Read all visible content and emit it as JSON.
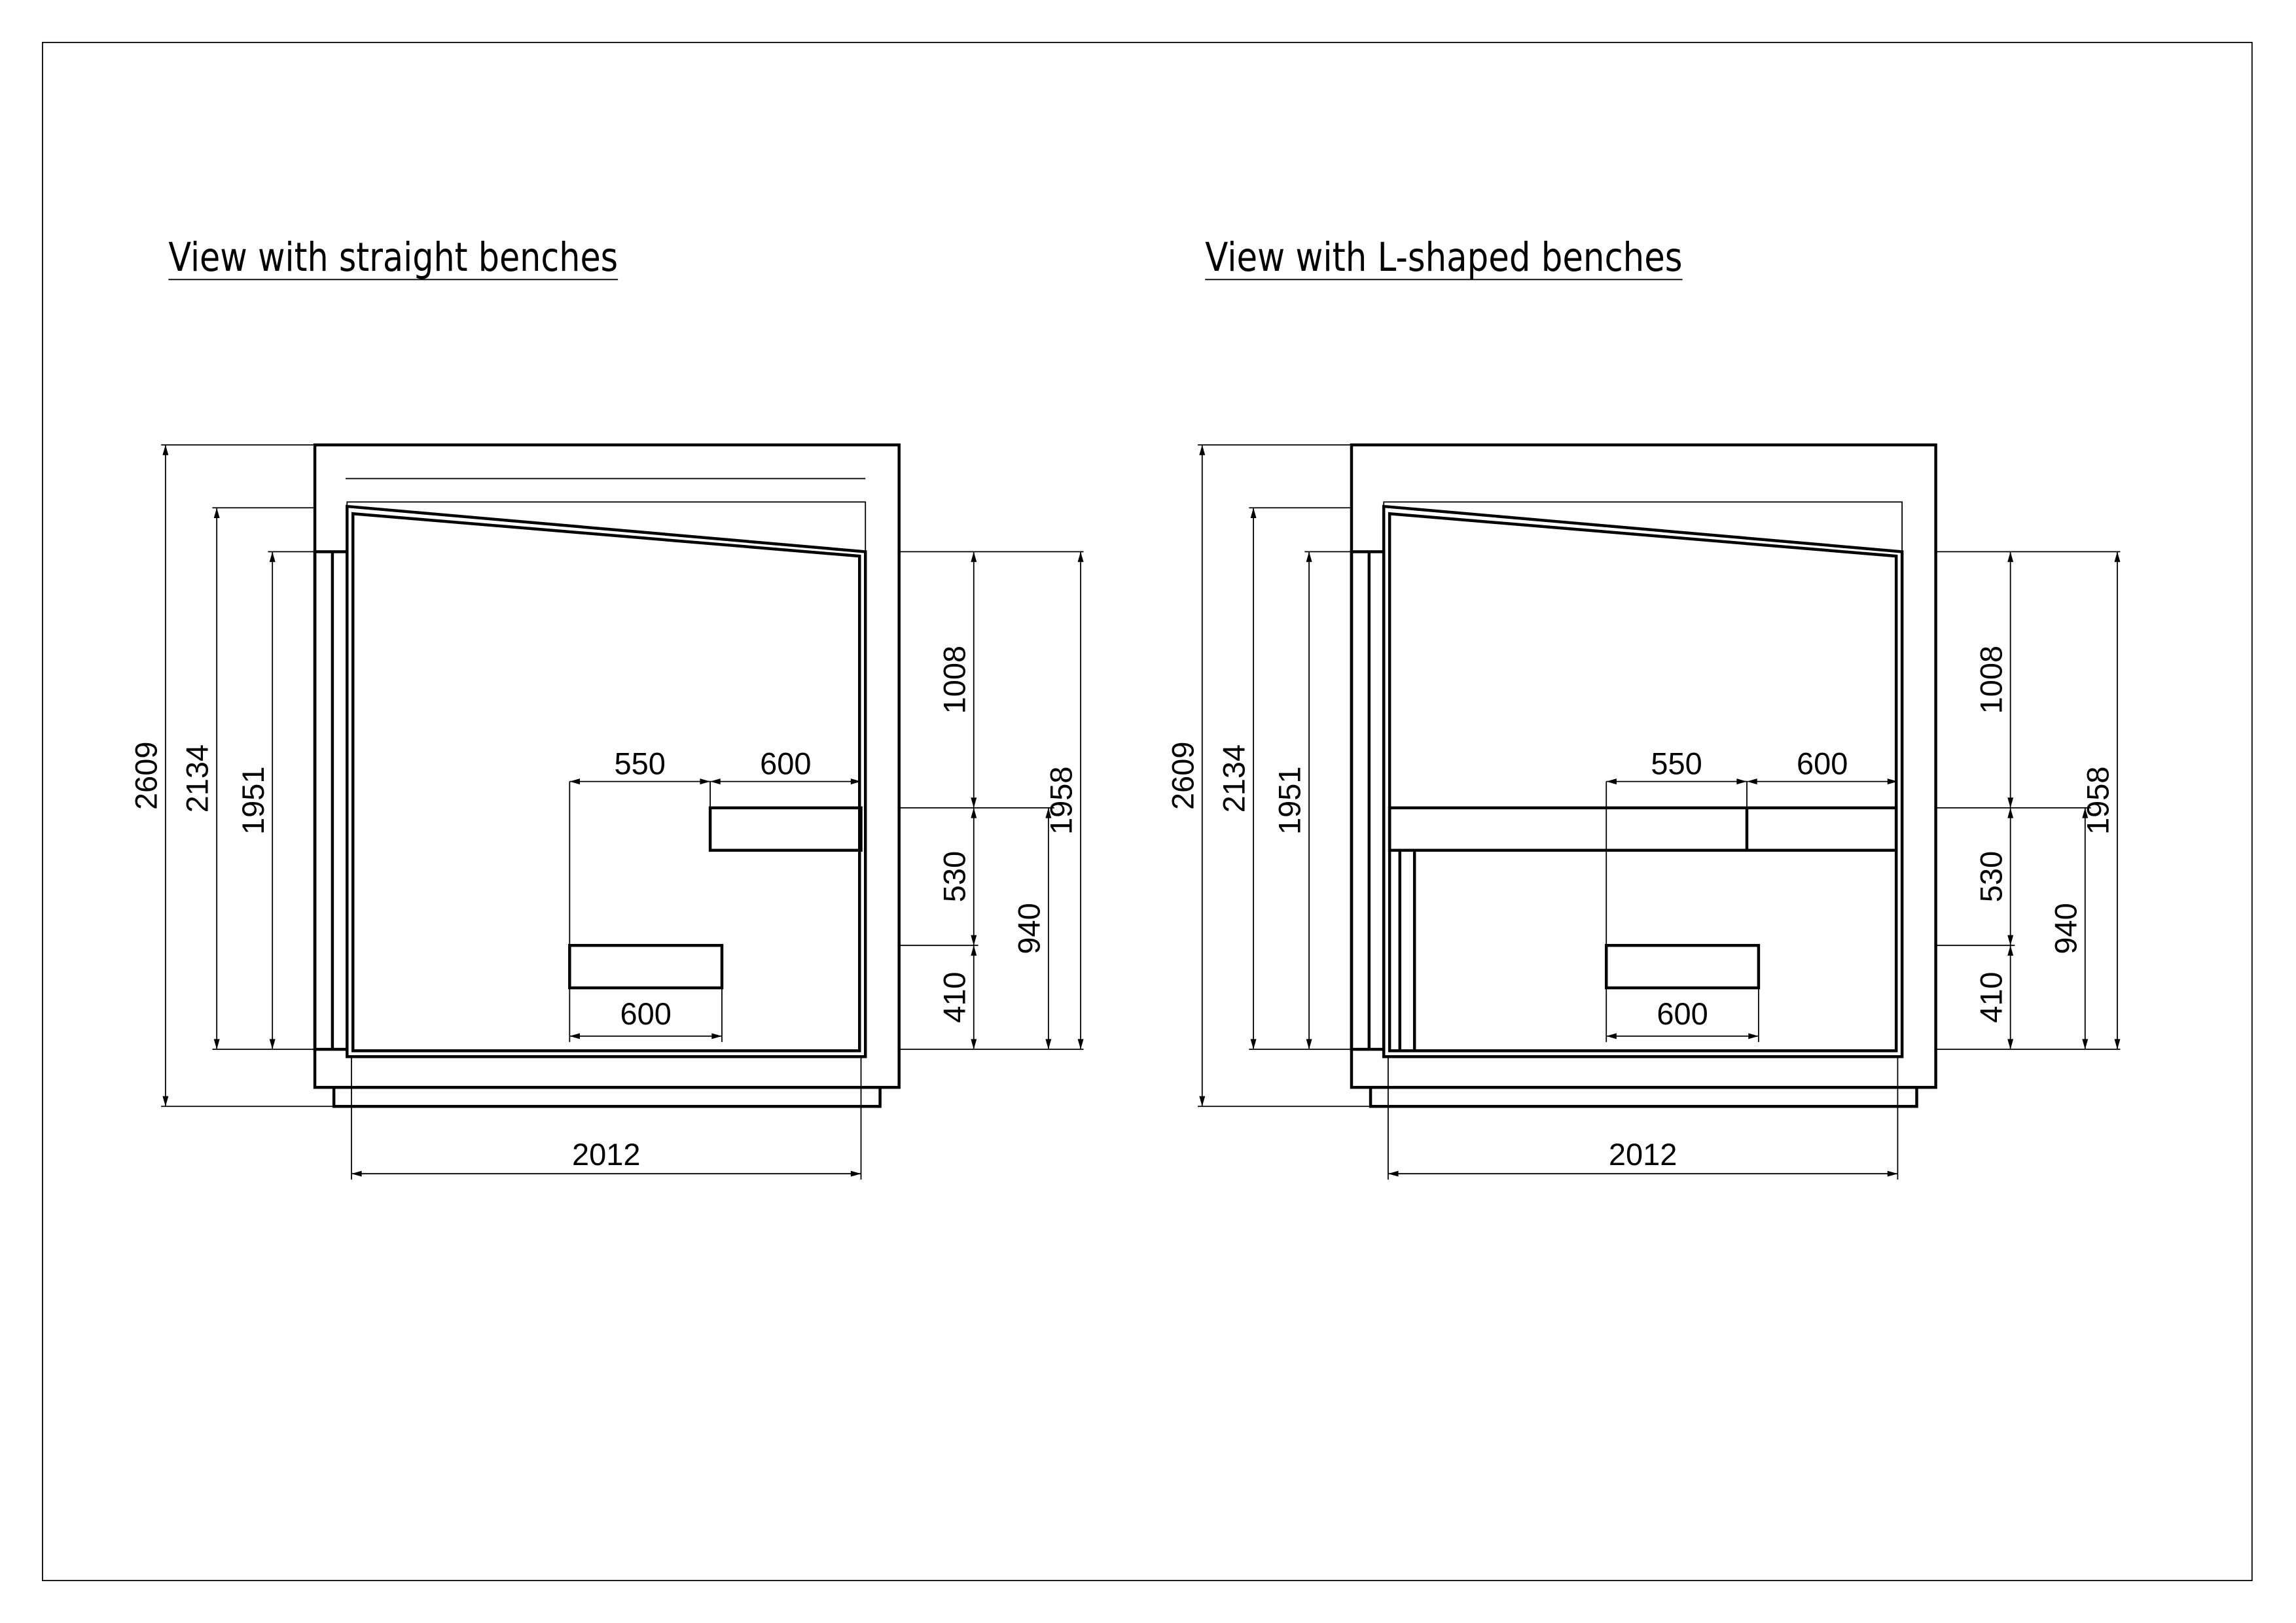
{
  "views": [
    {
      "title": "View with straight benches",
      "type": "straight",
      "dims": {
        "total_height": "2609",
        "wall_height": "2134",
        "door_height": "1951",
        "upper_to_ceiling": "1008",
        "upper_bench_gap": "530",
        "lower_bench_height": "410",
        "right_total": "1958",
        "upper_bench_height": "940",
        "offset": "550",
        "upper_bench_depth": "600",
        "lower_bench_depth": "600",
        "width": "2012"
      }
    },
    {
      "title": "View with L-shaped benches",
      "type": "l-shaped",
      "dims": {
        "total_height": "2609",
        "wall_height": "2134",
        "door_height": "1951",
        "upper_to_ceiling": "1008",
        "upper_bench_gap": "530",
        "lower_bench_height": "410",
        "right_total": "1958",
        "upper_bench_height": "940",
        "offset": "550",
        "upper_bench_depth": "600",
        "lower_bench_depth": "600",
        "width": "2012"
      }
    }
  ]
}
